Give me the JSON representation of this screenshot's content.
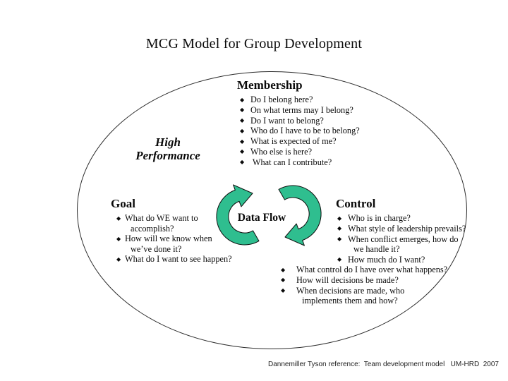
{
  "title": "MCG Model for Group Development",
  "ui": {
    "bullet_glyph": "◆"
  },
  "colors": {
    "arrow_green": "#2fbe8f",
    "ellipse_border": "#2b2b2b",
    "text": "#0a0a0a"
  },
  "high_performance": {
    "line1": "High",
    "line2": "Performance"
  },
  "membership": {
    "heading": "Membership",
    "items": [
      "Do I belong here?",
      "On what terms may I belong?",
      "Do I want to belong?",
      "Who do I have to be to belong?",
      "What is expected of me?",
      "Who else is here?",
      " What can I contribute?"
    ]
  },
  "goal": {
    "heading": "Goal",
    "rows": [
      {
        "bullet": true,
        "text": "What do WE want to"
      },
      {
        "bullet": false,
        "text": "accomplish?"
      },
      {
        "bullet": true,
        "text": "How will we know when"
      },
      {
        "bullet": false,
        "text": "we’ve done it?"
      },
      {
        "bullet": true,
        "text": "What do I want to see happen?"
      }
    ]
  },
  "control": {
    "heading": "Control",
    "rows": [
      {
        "bullet": true,
        "text": "Who is in charge?"
      },
      {
        "bullet": true,
        "text": "What style of leadership prevails?"
      },
      {
        "bullet": true,
        "text": "When conflict emerges, how do"
      },
      {
        "bullet": false,
        "text": "we handle it?"
      },
      {
        "bullet": true,
        "text": "How much do I want?"
      }
    ]
  },
  "control_lower": {
    "rows": [
      {
        "bullet": true,
        "text": "What control do I have over what happens?"
      },
      {
        "bullet": true,
        "text": "How will decisions be made?"
      },
      {
        "bullet": true,
        "text": "When decisions are made, who"
      },
      {
        "bullet": false,
        "text": " implements them and how?"
      }
    ]
  },
  "data_flow": {
    "label": "Data Flow"
  },
  "footer": {
    "text": "Dannemiller Tyson reference:  Team development model   UM-HRD  2007"
  }
}
